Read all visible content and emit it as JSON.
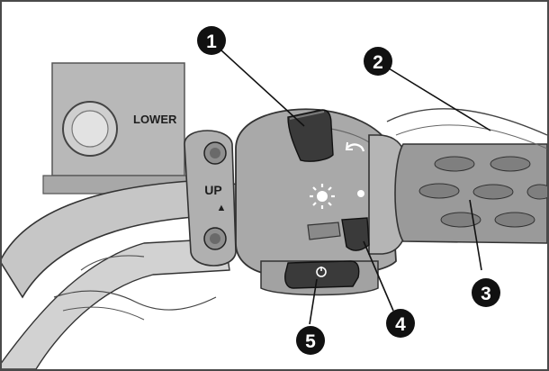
{
  "illustration": {
    "reservoir_label": "LOWER",
    "up_label": "UP",
    "up_arrow": "▲"
  },
  "callouts": [
    {
      "number": "1"
    },
    {
      "number": "2"
    },
    {
      "number": "3"
    },
    {
      "number": "4"
    },
    {
      "number": "5"
    }
  ],
  "icons": {
    "lights_symbol": "sun-icon",
    "dot_symbol": "dot-icon",
    "arrow_symbol": "curved-arrow-icon",
    "start_symbol": "start-icon"
  },
  "colors": {
    "callout_fill": "#111111",
    "housing": "#a9a9a9",
    "grip": "#9a9a9a",
    "button_dark": "#3a3a3a"
  }
}
